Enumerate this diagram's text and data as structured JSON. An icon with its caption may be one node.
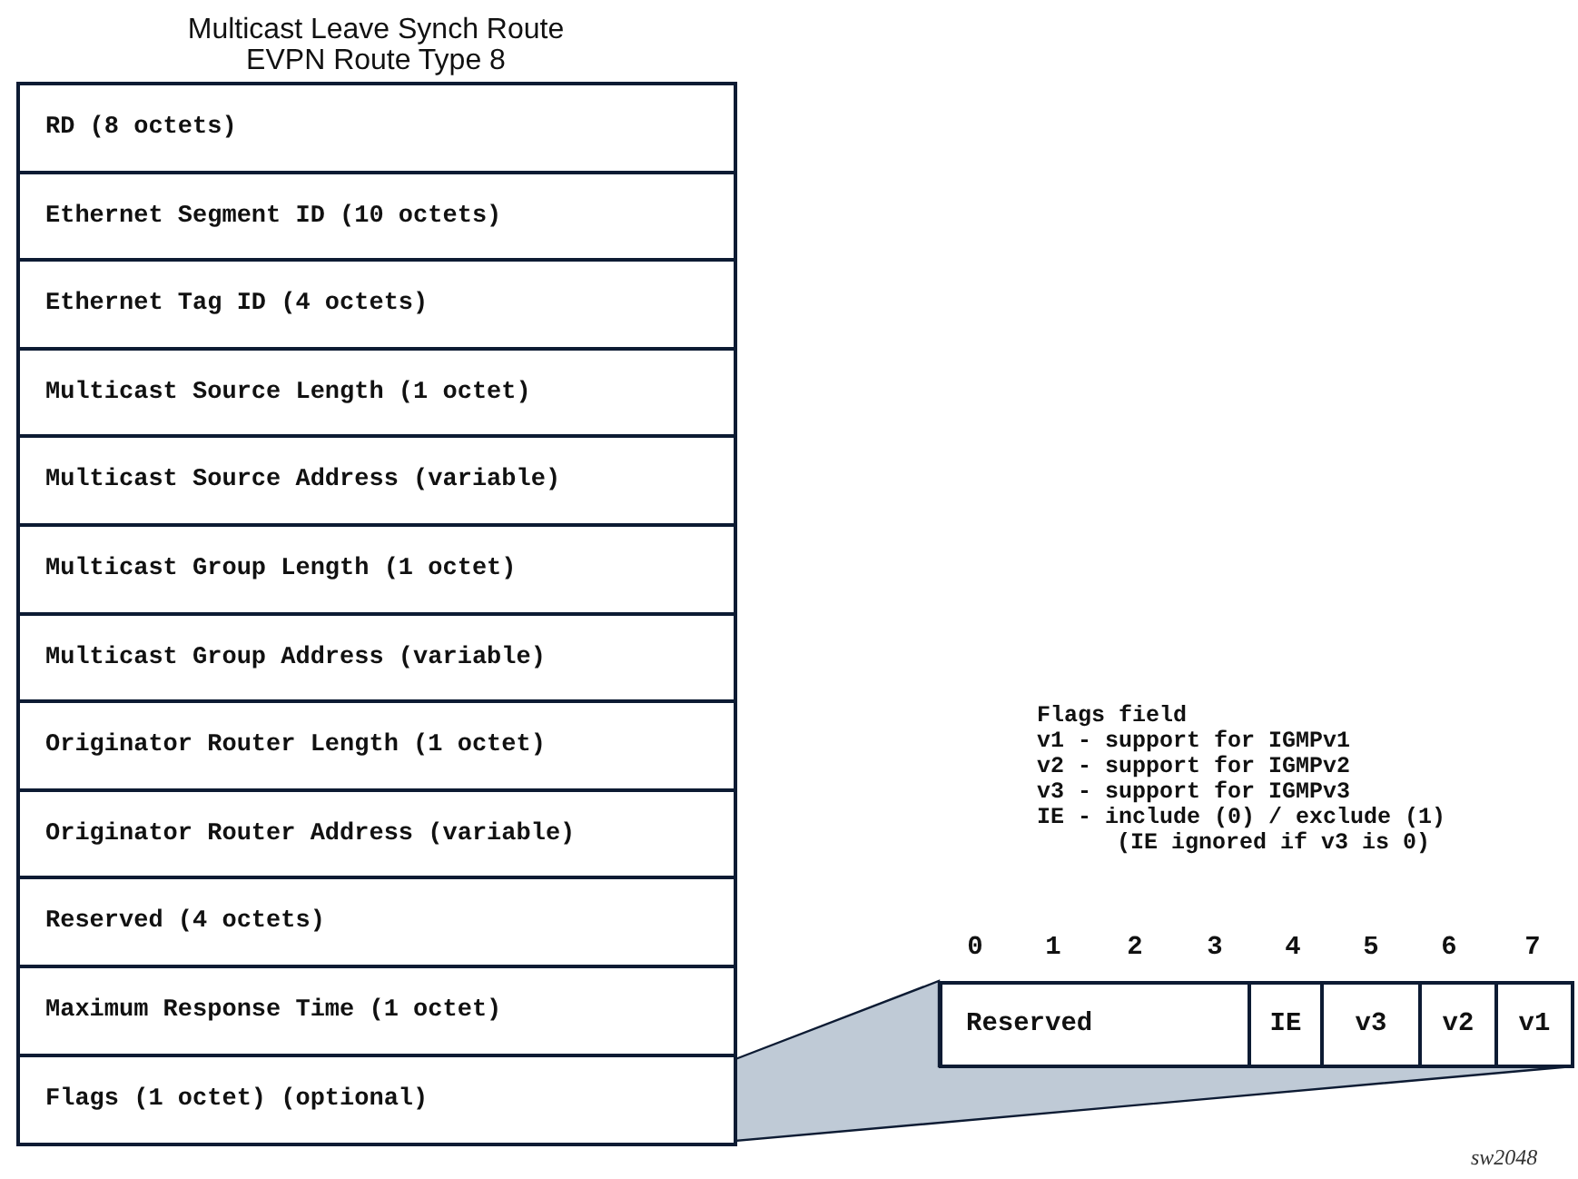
{
  "diagram": {
    "title": "Multicast Leave Synch Route EVPN Route Type 8",
    "nodes": [
      {
        "text": [
          "RD (8 octets)"
        ]
      },
      {
        "text": [
          "Ethernet Segment ID (10 octets)"
        ]
      },
      {
        "text": [
          "Ethernet Tag ID (4 octets)"
        ]
      },
      {
        "text": [
          "Multicast Source Length (1 octet)"
        ]
      },
      {
        "text": [
          "Multicast Source Address (variable)"
        ]
      },
      {
        "text": [
          "Multicast Group Length (1 octet)"
        ]
      },
      {
        "text": [
          "Multicast Group Address (variable)"
        ]
      },
      {
        "text": [
          "Originator Router Length (1 octet)"
        ]
      },
      {
        "text": [
          "Originator Router Address (variable)"
        ]
      },
      {
        "text": [
          "Reserved (4 octets)"
        ]
      },
      {
        "text": [
          "Maximum Response Time (1 octet)"
        ]
      },
      {
        "text": [
          "Flags (1 octet) (optional)"
        ]
      },
      {
        "text": [
          "Reserved"
        ]
      },
      {
        "text": [
          "IE"
        ]
      },
      {
        "text": [
          "v3"
        ]
      },
      {
        "text": [
          "v2"
        ]
      },
      {
        "text": [
          "v1"
        ]
      }
    ],
    "labels": [
      "Flags field",
      "v1 - support for IGMPv1",
      "v2 - support for IGMPv2",
      "v3 - support for IGMPv3",
      "IE - include (0) / exclude (1)",
      "(IE ignored if v3 is 0)",
      "0",
      "1",
      "2",
      "3",
      "4",
      "5",
      "6",
      "7",
      "sw2048"
    ]
  }
}
